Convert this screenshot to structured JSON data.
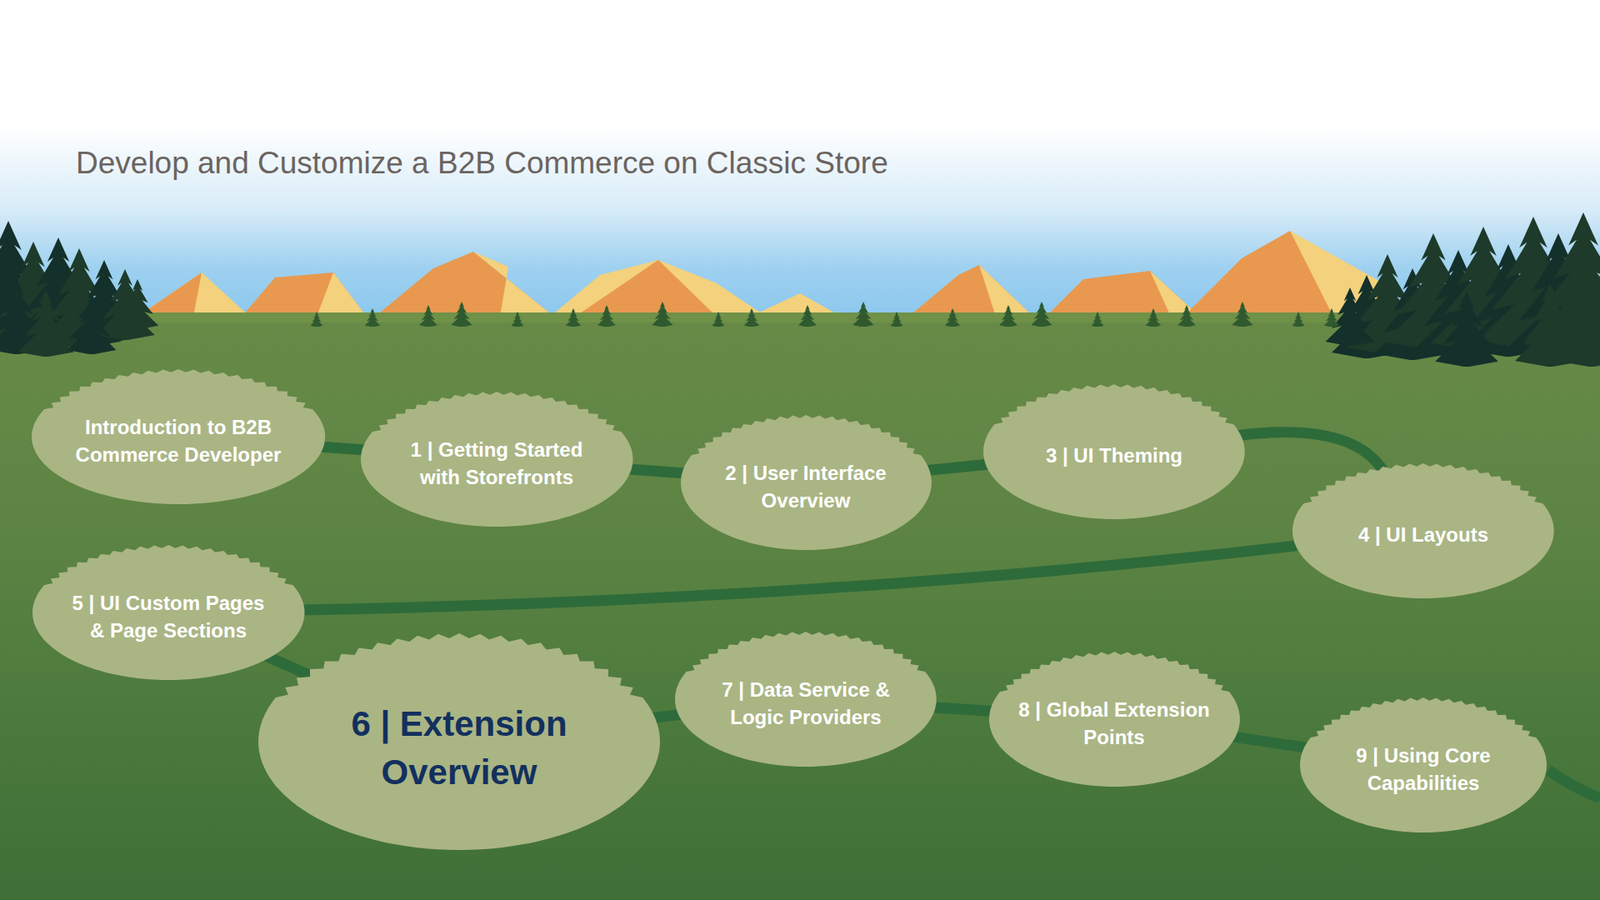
{
  "diagram": {
    "title": "Develop and Customize a B2B Commerce on Classic Store",
    "nodes": [
      {
        "text": [
          "Introduction to B2B Commerce Developer"
        ]
      },
      {
        "text": [
          "1 | Getting Started with Storefronts"
        ]
      },
      {
        "text": [
          "2 | User Interface Overview"
        ]
      },
      {
        "text": [
          "3 | UI Theming"
        ]
      },
      {
        "text": [
          "4 | UI Layouts"
        ]
      },
      {
        "text": [
          "5 | UI Custom Pages & Page Sections"
        ]
      },
      {
        "text": [
          "6 | Extension Overview"
        ]
      },
      {
        "text": [
          "7 | Data Service & Logic Providers"
        ]
      },
      {
        "text": [
          "8 | Global Extension Points"
        ]
      },
      {
        "text": [
          "9 | Using Core Capabilities"
        ]
      }
    ],
    "edges": [
      {
        "from": 0,
        "to": 1,
        "arrow": "none"
      },
      {
        "from": 1,
        "to": 2,
        "arrow": "none"
      },
      {
        "from": 2,
        "to": 3,
        "arrow": "none"
      },
      {
        "from": 3,
        "to": 4,
        "arrow": "none"
      },
      {
        "from": 4,
        "to": 5,
        "arrow": "none"
      },
      {
        "from": 5,
        "to": 6,
        "arrow": "none"
      },
      {
        "from": 6,
        "to": 7,
        "arrow": "none"
      },
      {
        "from": 7,
        "to": 8,
        "arrow": "none"
      },
      {
        "from": 8,
        "to": 9,
        "arrow": "none"
      }
    ]
  }
}
